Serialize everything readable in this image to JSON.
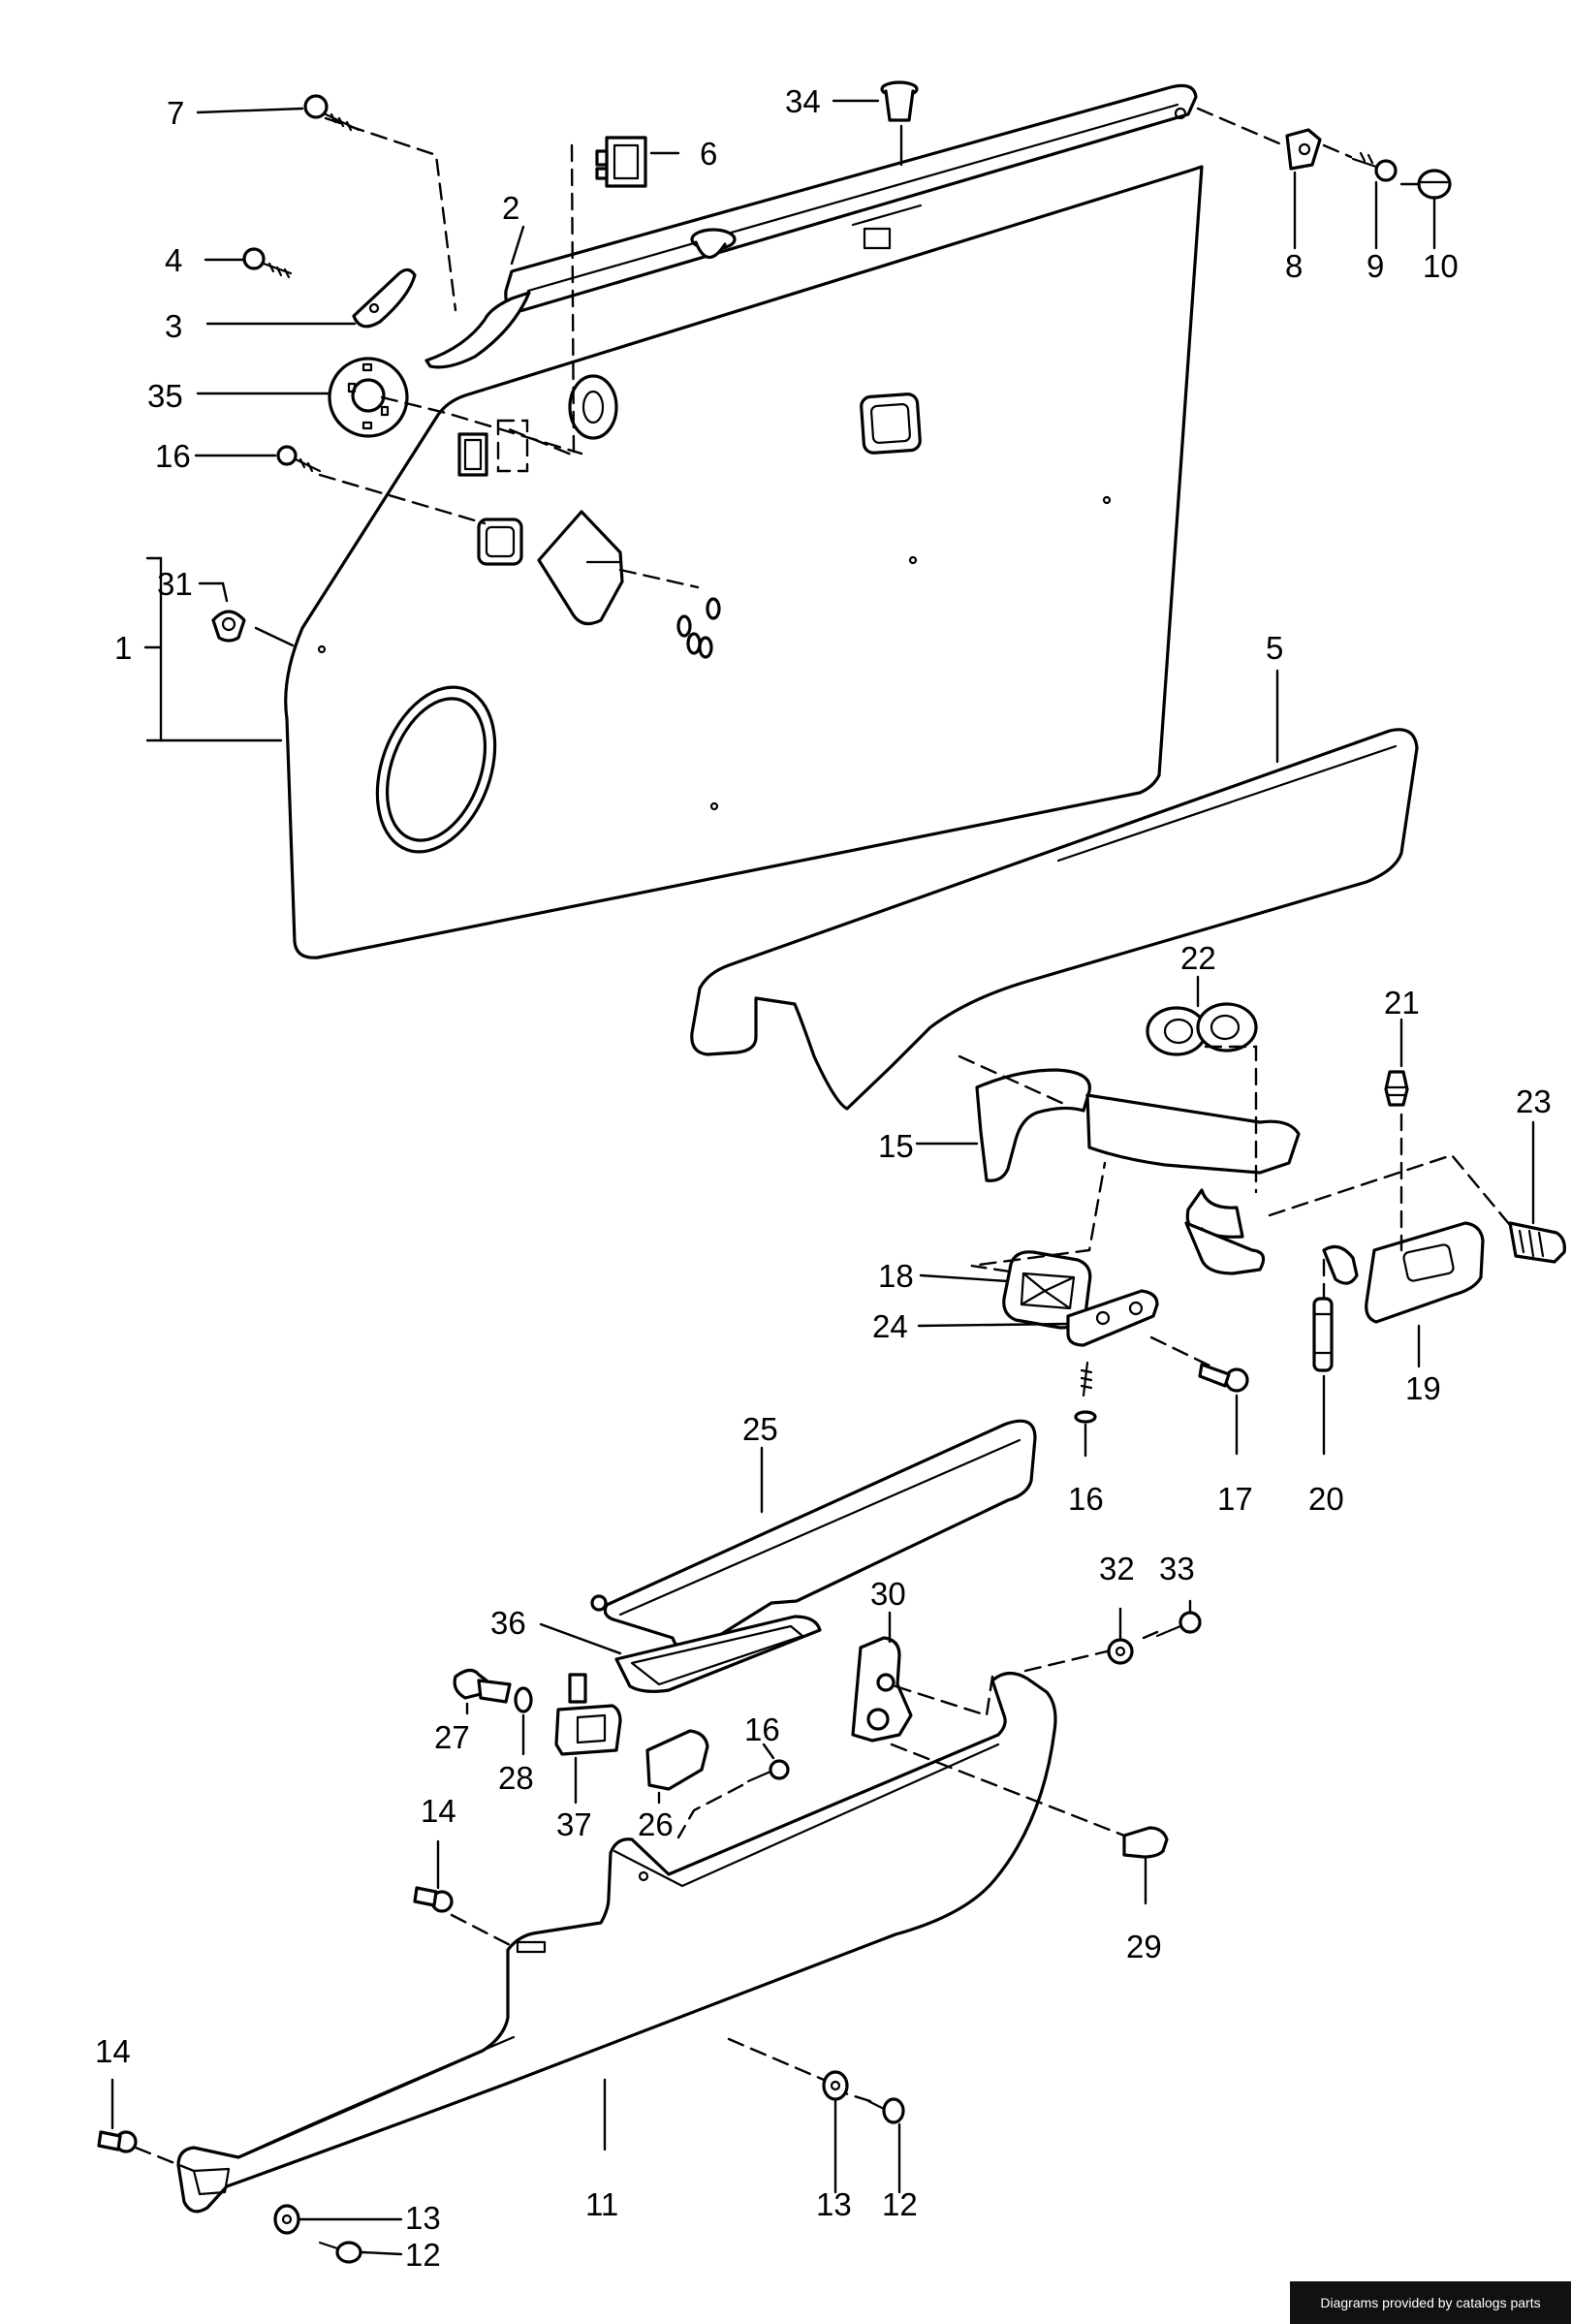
{
  "callouts": [
    "1",
    "2",
    "3",
    "4",
    "5",
    "6",
    "7",
    "8",
    "9",
    "10",
    "11",
    "12",
    "12",
    "13",
    "13",
    "14",
    "14",
    "15",
    "16",
    "16",
    "16",
    "17",
    "18",
    "19",
    "20",
    "21",
    "22",
    "23",
    "24",
    "25",
    "26",
    "27",
    "28",
    "29",
    "30",
    "31",
    "32",
    "33",
    "34",
    "35",
    "36",
    "37"
  ],
  "footer_credit": "Diagrams provided by catalogs parts",
  "colors": {
    "line": "#000000",
    "background": "#ffffff",
    "footer_bg": "#111111",
    "footer_text": "#ffffff"
  }
}
